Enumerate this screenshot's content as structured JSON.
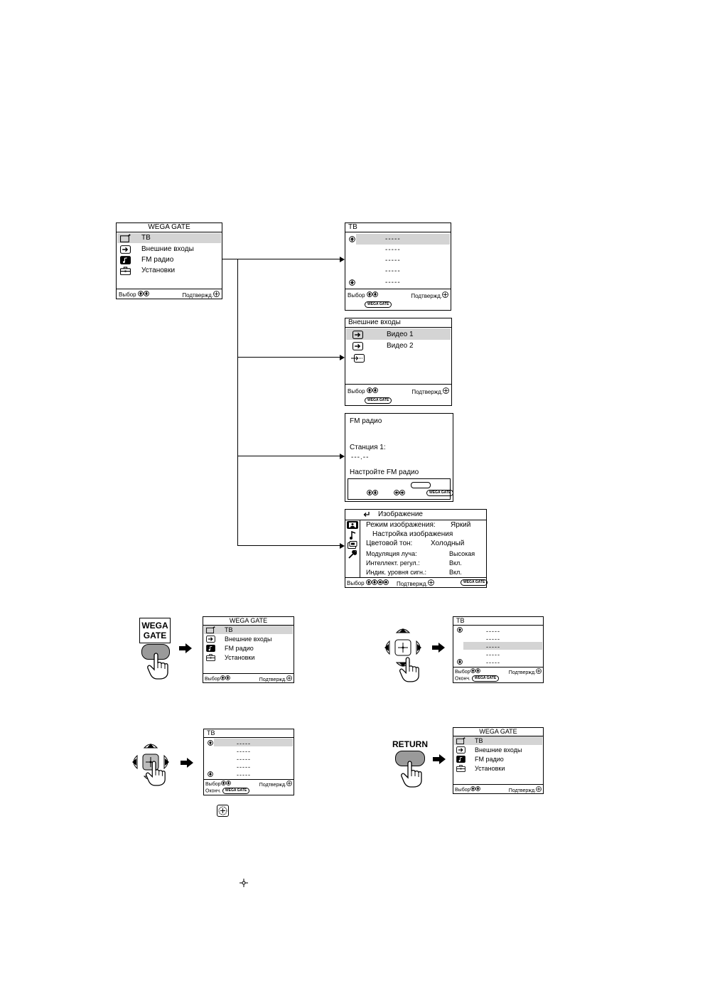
{
  "main_menu": {
    "title": "WEGA GATE",
    "items": [
      "ТВ",
      "Внешние входы",
      "FM радио",
      "Установки"
    ],
    "select_label": "Выбор",
    "confirm_label": "Подтвержд."
  },
  "tv_menu": {
    "title": "ТВ",
    "placeholder": "-----",
    "select_label": "Выбор",
    "confirm_label": "Подтвержд.",
    "exit_label": "Оконч.",
    "badge": "WEGA GATE"
  },
  "inputs_menu": {
    "title": "Внешние входы",
    "items": [
      "Видео 1",
      "Видео 2"
    ],
    "select_label": "Выбор",
    "confirm_label": "Подтвержд.",
    "badge": "WEGA GATE"
  },
  "fm_menu": {
    "title": "FM радио",
    "station_label": "Станция 1:",
    "frequency": "---.--",
    "tune_prompt": "Настройте FM радио",
    "badge": "WEGA GATE"
  },
  "settings_menu": {
    "title": "Изображение",
    "rows": [
      {
        "label": "Режим изображения:",
        "value": "Яркий"
      },
      {
        "label": "Настройка изображения",
        "value": ""
      },
      {
        "label": "Цветовой тон:",
        "value": "Холодный"
      },
      {
        "label": "Модуляция луча:",
        "value": "Высокая"
      },
      {
        "label": "Интеллект. регул.:",
        "value": "Вкл."
      },
      {
        "label": "Индик. уровня сигн.:",
        "value": "Вкл."
      }
    ],
    "select_label": "Выбор",
    "confirm_label": "Подтвержд.",
    "badge": "WEGA GATE"
  },
  "remote": {
    "wega_gate_key": [
      "WEGA",
      "GATE"
    ],
    "return_key": "RETURN"
  }
}
